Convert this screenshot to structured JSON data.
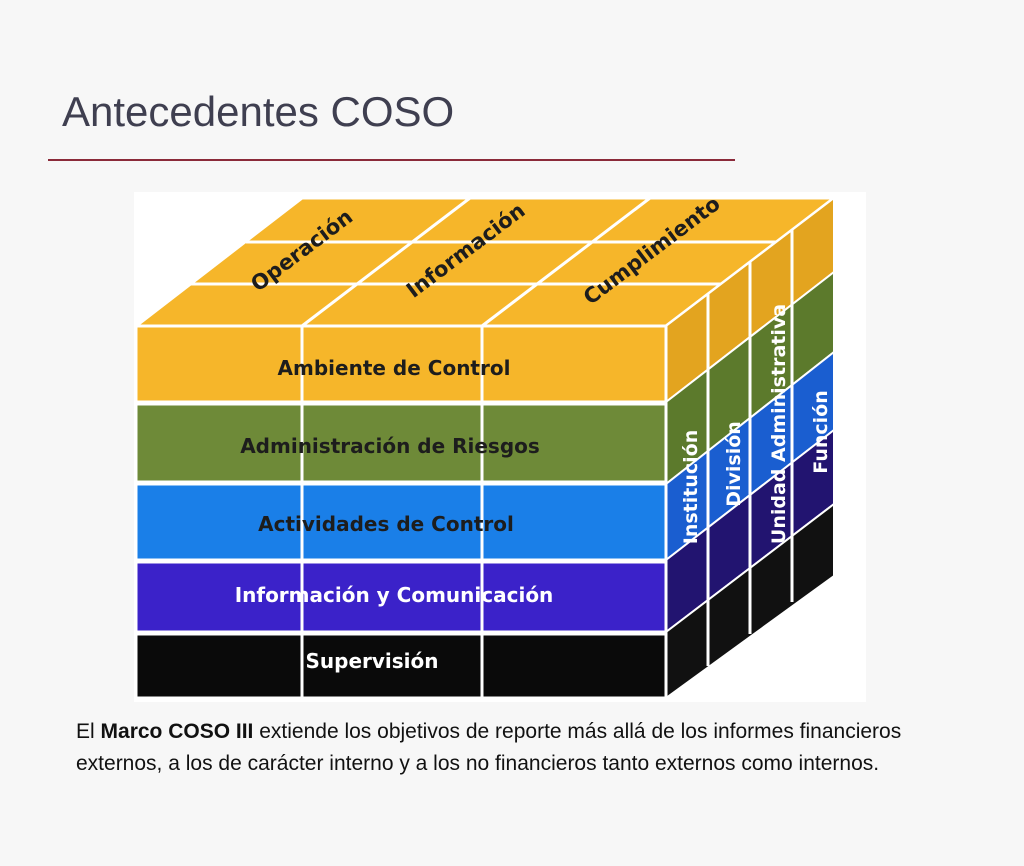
{
  "slide": {
    "title": "Antecedentes COSO"
  },
  "cube": {
    "top_labels": [
      "Operación",
      "Información",
      "Cumplimiento"
    ],
    "front_layers": [
      {
        "label": "Ambiente de Control",
        "color": "#f6b62a"
      },
      {
        "label": "Administración de Riesgos",
        "color": "#6e8a38"
      },
      {
        "label": "Actividades de Control",
        "color": "#1a7fe8"
      },
      {
        "label": "Información y Comunicación",
        "color": "#3b22c9"
      },
      {
        "label": "Supervisión",
        "color": "#0a0a0a"
      }
    ],
    "side_labels": [
      "Institución",
      "División",
      "Unidad Administrativa",
      "Función"
    ]
  },
  "caption": {
    "prefix": "El ",
    "bold": "Marco COSO III",
    "rest": " extiende los objetivos de reporte más allá de los informes financieros externos, a los de carácter interno y a los no financieros tanto externos como internos."
  }
}
